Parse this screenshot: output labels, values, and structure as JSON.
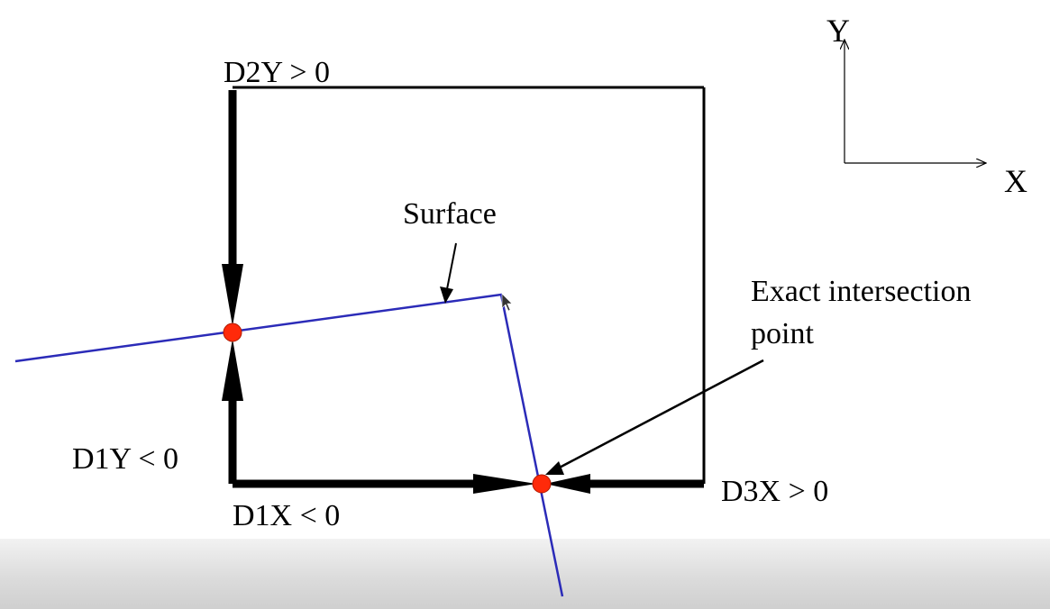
{
  "labels": {
    "d2y": "D2Y > 0",
    "d1y": "D1Y < 0",
    "d1x": "D1X < 0",
    "d3x": "D3X > 0",
    "surface": "Surface",
    "exact_line1": "Exact intersection",
    "exact_line2": "point",
    "axis_x": "X",
    "axis_y": "Y"
  },
  "colors": {
    "surface_line": "#2b2bb8",
    "intersection_point": "#ff2a0a",
    "outline": "#000000"
  }
}
